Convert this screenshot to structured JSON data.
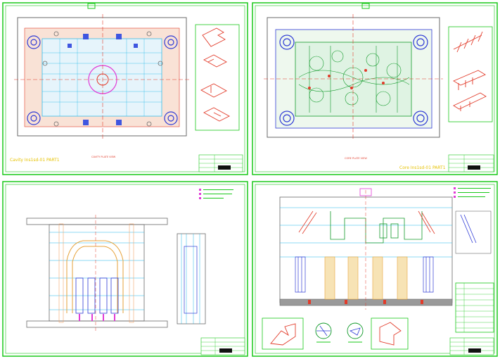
{
  "sheets": [
    {
      "id": "tl",
      "label": "Cavity Ins1sd-01 PART1",
      "view_title": "CAVITY PLATE VIEW"
    },
    {
      "id": "tr",
      "label": "Core Ins1sd-01 PART1",
      "view_title": "CORE PLATE VIEW"
    },
    {
      "id": "bl",
      "label": "",
      "view_title": ""
    },
    {
      "id": "br",
      "label": "",
      "view_title": ""
    }
  ],
  "colors": {
    "border": "#19c819",
    "red": "#e23b2a",
    "cyan": "#1fb6e8",
    "blue": "#2f3bd6",
    "green": "#129a2a",
    "orange": "#f2a46a",
    "magenta": "#e13ad6",
    "gray": "#6a6a6a",
    "yellow": "#e6c200"
  }
}
